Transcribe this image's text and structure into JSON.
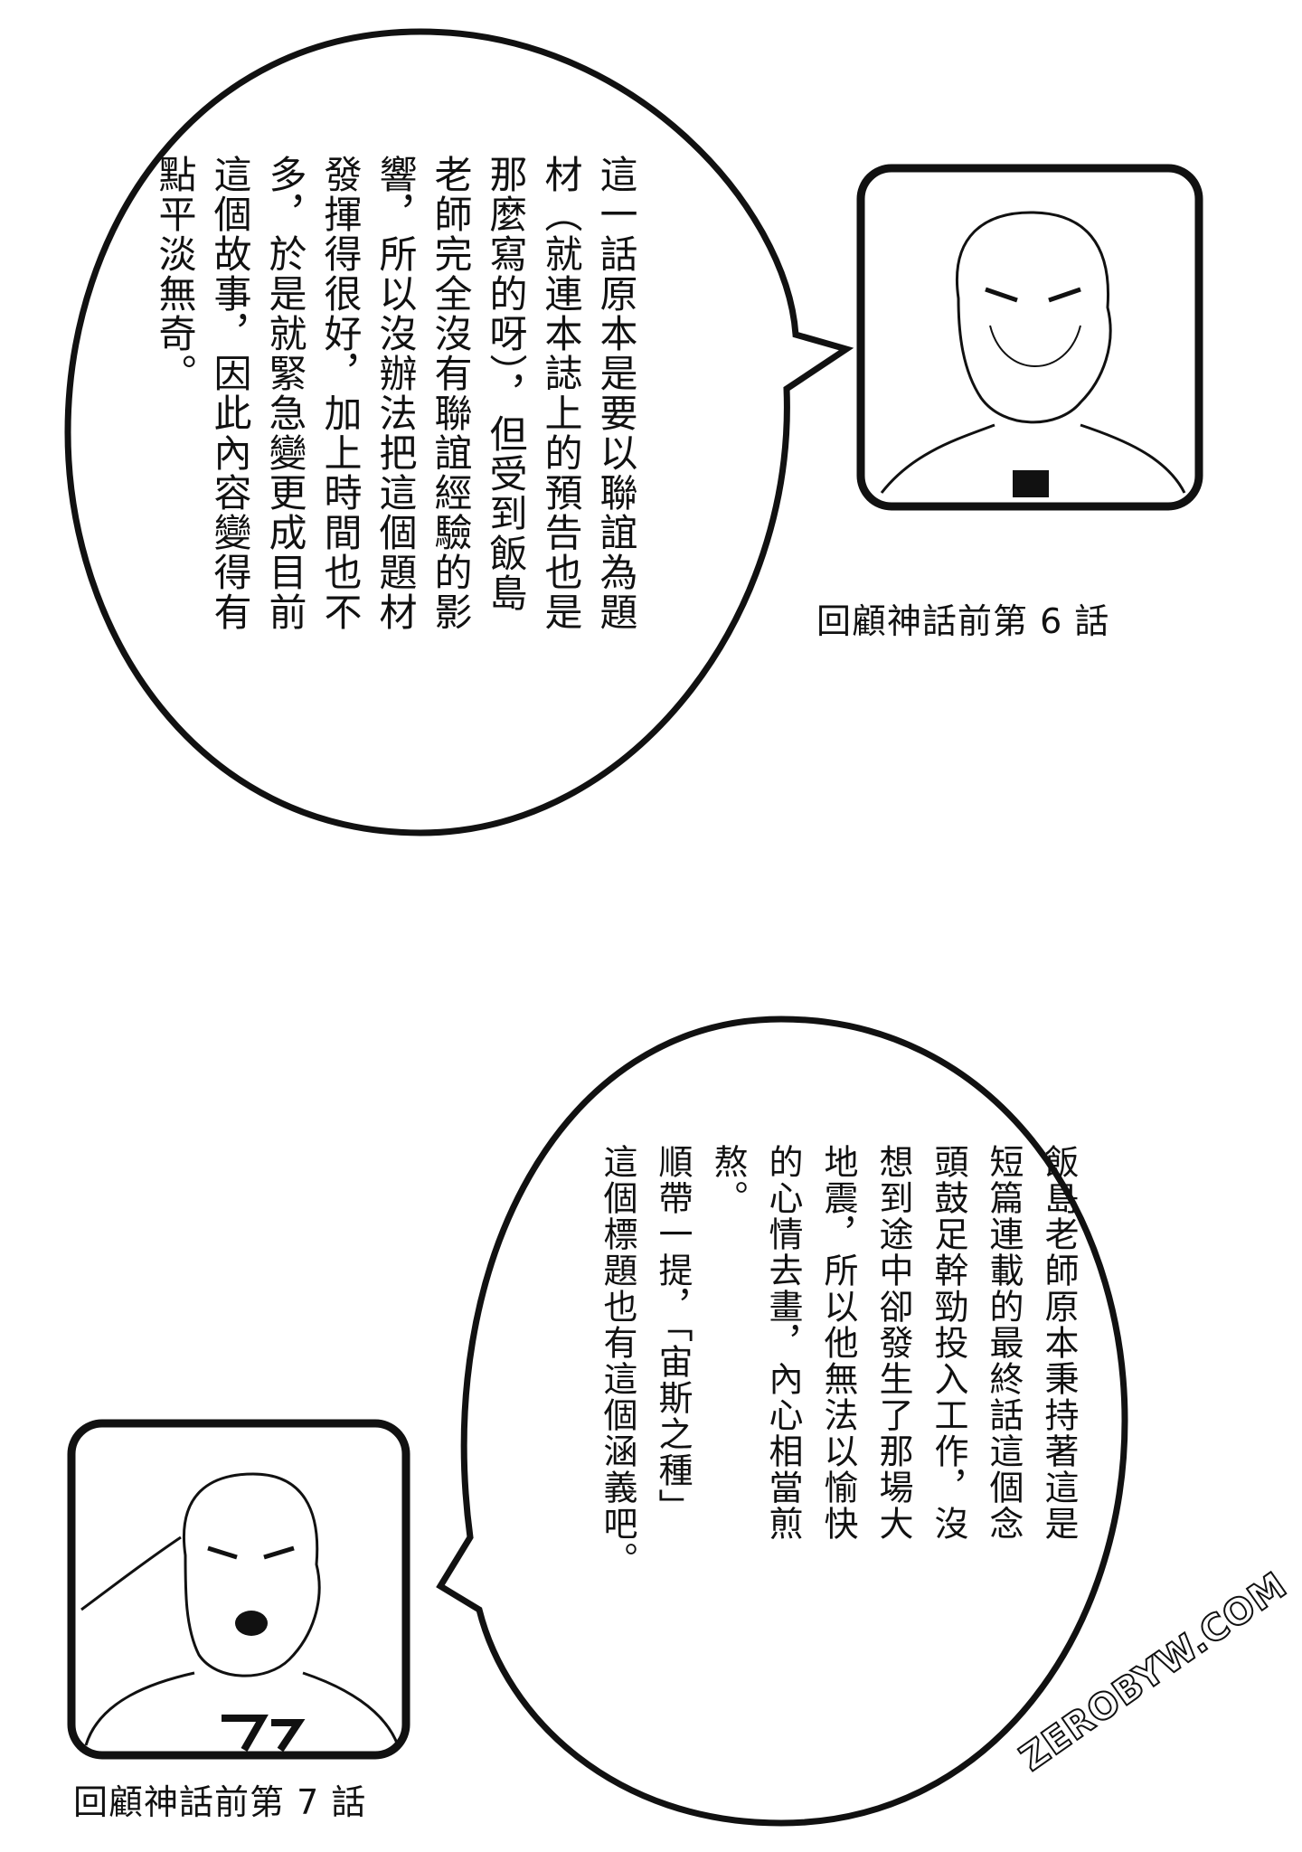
{
  "top_bubble": {
    "lines": [
      "這一話原本是要以聯誼為題",
      "材（就連本誌上的預告也是",
      "那麼寫的呀），但受到飯島",
      "老師完全沒有聯誼經驗的影",
      "響，所以沒辦法把這個題材",
      "發揮得很好，加上時間也不",
      "多，於是就緊急變更成目前",
      "這個故事，因此內容變得有",
      "點平淡無奇。"
    ]
  },
  "top_caption": "回顧神話前第 6 話",
  "bottom_bubble": {
    "lines": [
      "飯島老師原本秉持著這是",
      "短篇連載的最終話這個念",
      "頭鼓足幹勁投入工作，沒",
      "想到途中卻發生了那場大",
      "地震，所以他無法以愉快",
      "的心情去畫，內心相當煎",
      "熬。",
      "順帶一提，「宙斯之種」",
      "這個標題也有這個涵義吧。"
    ]
  },
  "bottom_caption": "回顧神話前第 7 話",
  "watermark": "ZEROBYW.COM"
}
